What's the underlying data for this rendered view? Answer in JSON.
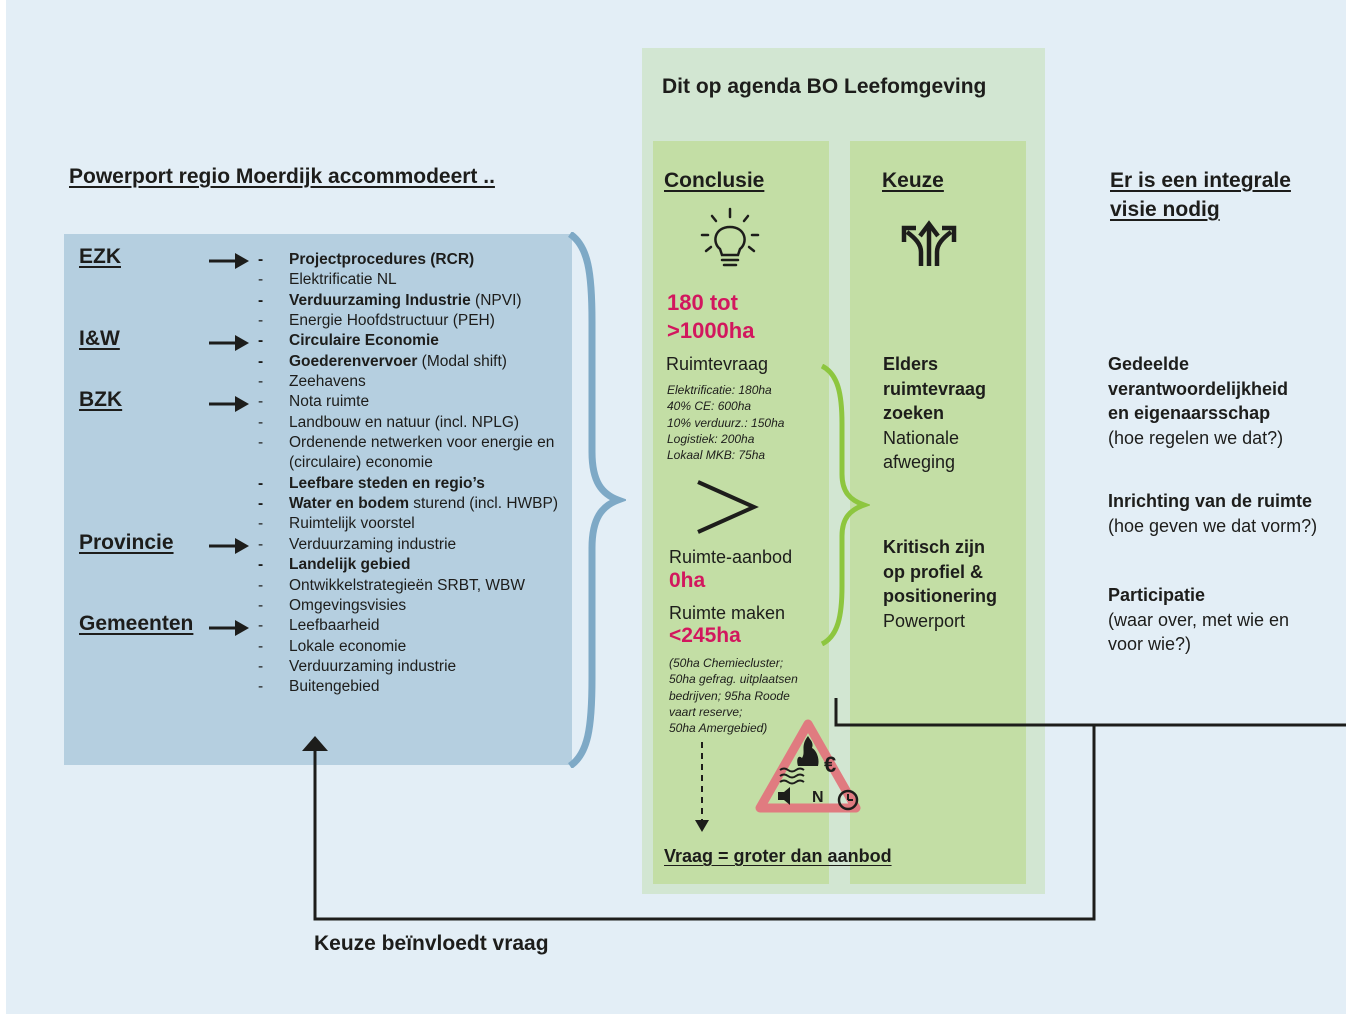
{
  "left": {
    "title": "Powerport regio Moerdijk accommodeert ..",
    "stakeholders": [
      "EZK",
      "I&W",
      "BZK",
      "Provincie",
      "Gemeenten"
    ],
    "items": [
      {
        "bold": "Projectprocedures (RCR)",
        "normal": ""
      },
      {
        "bold": "",
        "normal": "Elektrificatie NL"
      },
      {
        "bold": "Verduurzaming Industrie",
        "normal": " (NPVI)"
      },
      {
        "bold": "",
        "normal": "Energie Hoofdstructuur (PEH)"
      },
      {
        "bold": "Circulaire Economie",
        "normal": ""
      },
      {
        "bold": "Goederenvervoer",
        "normal": " (Modal shift)"
      },
      {
        "bold": "",
        "normal": "Zeehavens"
      },
      {
        "bold": "",
        "normal": "Nota ruimte"
      },
      {
        "bold": "",
        "normal": "Landbouw en natuur (incl. NPLG)"
      },
      {
        "bold": "",
        "normal": "Ordenende netwerken voor energie en (circulaire) economie"
      },
      {
        "bold": "Leefbare steden en regio’s",
        "normal": ""
      },
      {
        "bold": "Water en bodem",
        "normal": " sturend (incl. HWBP)"
      },
      {
        "bold": "",
        "normal": "Ruimtelijk voorstel"
      },
      {
        "bold": "",
        "normal": "Verduurzaming industrie"
      },
      {
        "bold": "Landelijk gebied",
        "normal": ""
      },
      {
        "bold": "",
        "normal": "Ontwikkelstrategieën SRBT, WBW"
      },
      {
        "bold": "",
        "normal": "Omgevingsvisies"
      },
      {
        "bold": "",
        "normal": "Leefbaarheid"
      },
      {
        "bold": "",
        "normal": "Lokale economie"
      },
      {
        "bold": "",
        "normal": "Verduurzaming industrie"
      },
      {
        "bold": "",
        "normal": "Buitengebied"
      }
    ],
    "dash": "-"
  },
  "agenda": {
    "title": "Dit op agenda BO Leefomgeving",
    "conclusie": {
      "title": "Conclusie",
      "big_1": "180 tot",
      "big_2": ">1000ha",
      "ruimtevraag": "Ruimtevraag",
      "details": [
        "Elektrificatie: 180ha",
        "40% CE: 600ha",
        "10% verduurz.: 150ha",
        "Logistiek: 200ha",
        "Lokaal MKB: 75ha"
      ],
      "aanbod_label": "Ruimte-aanbod",
      "aanbod_value": "0ha",
      "maken_label": "Ruimte maken",
      "maken_value": "<245ha",
      "maken_details": [
        "(50ha Chemiecluster;",
        "50ha gefrag. uitplaatsen",
        "bedrijven; 95ha Roode",
        "vaart reserve;",
        "50ha Amergebied)"
      ],
      "footer": "Vraag = groter dan aanbod"
    },
    "keuze": {
      "title": "Keuze",
      "b1_bold": [
        "Elders",
        "ruimtevraag",
        "zoeken"
      ],
      "b1_normal": [
        "Nationale",
        "afweging"
      ],
      "b2_bold": [
        "Kritisch zijn",
        "op profiel &",
        "positionering"
      ],
      "b2_normal": [
        "Powerport"
      ]
    }
  },
  "right": {
    "title_1": "Er is een integrale",
    "title_2": "visie nodig",
    "blocks": [
      {
        "bold": [
          "Gedeelde",
          "verantwoordelijkheid",
          "en eigenaarsschap"
        ],
        "normal": [
          "(hoe regelen we dat?)"
        ]
      },
      {
        "bold": [
          "Inrichting van de ruimte"
        ],
        "normal": [
          "(hoe geven we dat vorm?)"
        ]
      },
      {
        "bold": [
          "Participatie"
        ],
        "normal": [
          "(waar over, met wie en",
          "voor wie?)"
        ]
      }
    ]
  },
  "feedback": "Keuze beïnvloedt vraag",
  "colors": {
    "background": "#e3eef6",
    "left_panel": "#b5cfe0",
    "brace": "#7ea9c6",
    "agenda_outer": "#d2e6d2",
    "agenda_column": "#c3dea5",
    "green_brace": "#8dc63f",
    "magenta": "#d2175e",
    "warning": "#e07b80"
  },
  "icons": [
    "lightbulb-icon",
    "split-arrows-icon",
    "greater-than-icon",
    "warning-triangle-icon",
    "right-arrow-icon"
  ]
}
